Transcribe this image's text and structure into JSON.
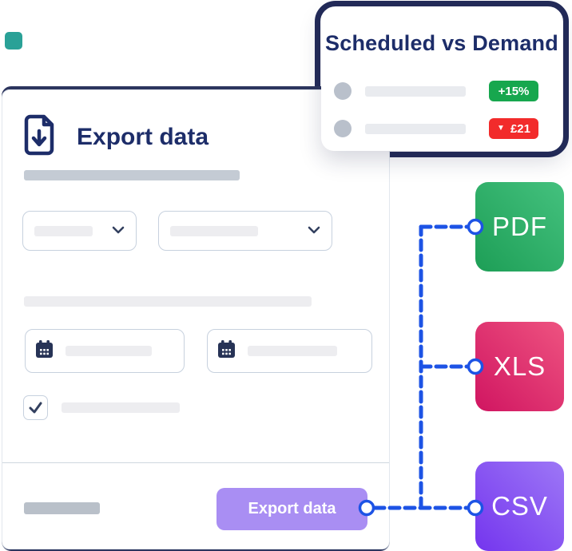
{
  "decor": {
    "teal_square_color": "#2aa197"
  },
  "demand_card": {
    "title": "Scheduled vs Demand",
    "rows": [
      {
        "badge_label": "+15%",
        "badge_color": "#17a74e",
        "trend_icon": ""
      },
      {
        "badge_label": "£21",
        "badge_color": "#f22b2b",
        "trend_icon": "▼"
      }
    ]
  },
  "export_modal": {
    "title": "Export data",
    "checkbox_checked": true,
    "button_label": "Export data",
    "button_color": "#a98ef3"
  },
  "formats": [
    {
      "label": "PDF",
      "bg": {
        "from": "#1d9e56",
        "to": "#44c17e"
      }
    },
    {
      "label": "XLS",
      "bg": {
        "from": "#d01561",
        "to": "#ee5380"
      }
    },
    {
      "label": "CSV",
      "bg": {
        "from": "#7435ee",
        "to": "#9d77f6"
      }
    }
  ],
  "colors": {
    "navy": "#1d2d69",
    "frame_navy": "#232b59",
    "connector_blue": "#1d53e5",
    "placeholder_light": "#ededf0",
    "placeholder_medium": "#c4cbd4"
  }
}
